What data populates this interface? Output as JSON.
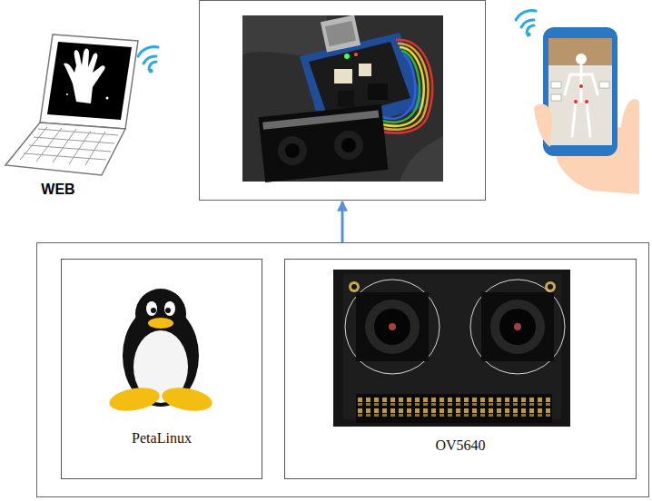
{
  "diagram": {
    "nodes": [
      {
        "text": []
      },
      {
        "text": []
      },
      {
        "text": [
          "PetaLinux"
        ],
        "in": 1
      },
      {
        "text": [
          "OV5640"
        ],
        "in": 1
      }
    ],
    "edges": [
      {
        "from": 1,
        "to": 0,
        "arrow": "to"
      }
    ],
    "labels": [
      "WEB"
    ]
  }
}
